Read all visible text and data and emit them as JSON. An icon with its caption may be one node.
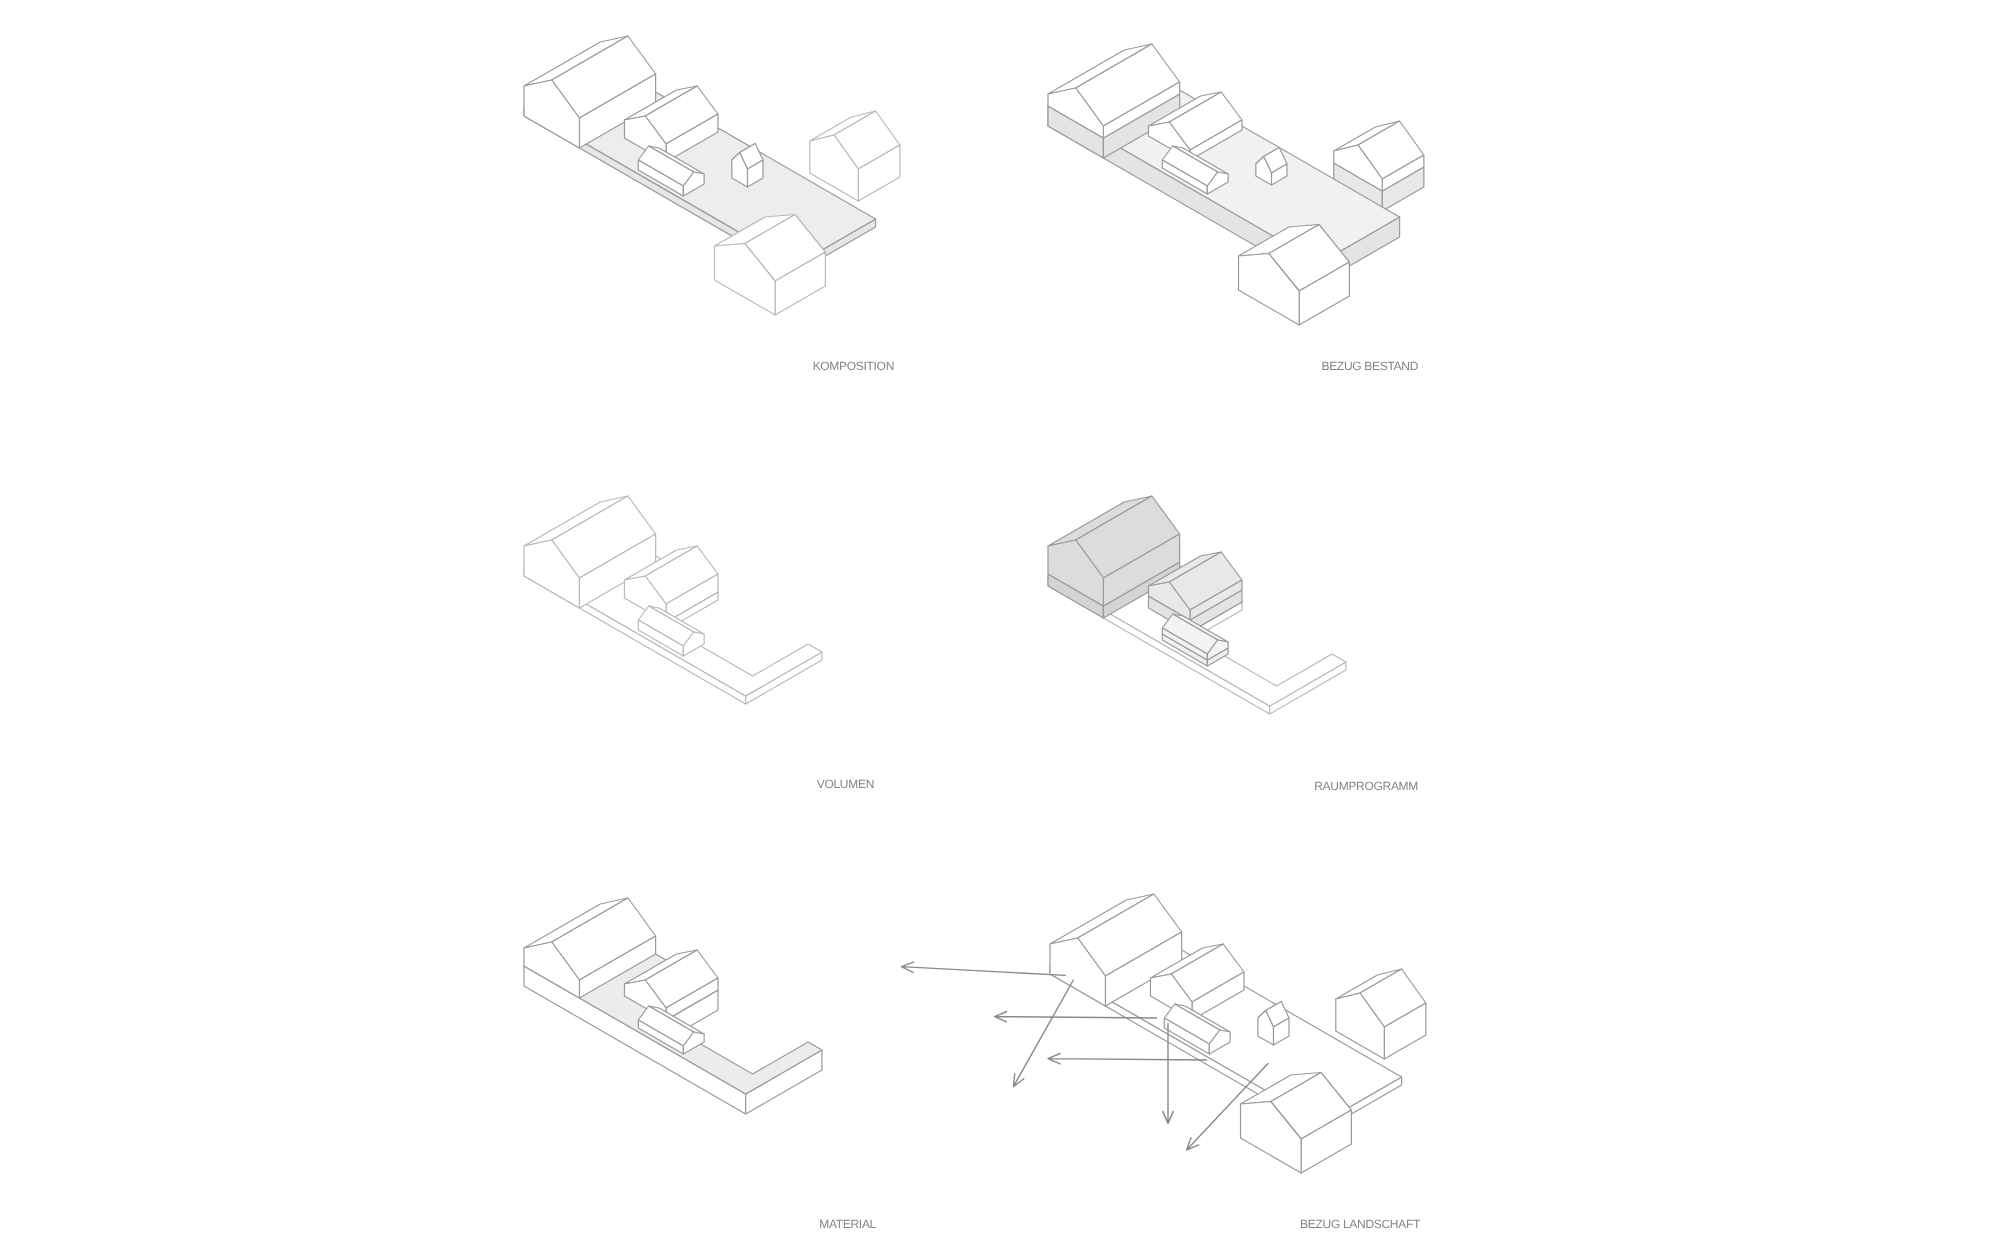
{
  "diagram": {
    "labels": [
      "KOMPOSITION",
      "BEZUG BESTAND",
      "VOLUMEN",
      "RAUMPROGRAMM",
      "MATERIAL",
      "BEZUG LANDSCHAFT"
    ]
  }
}
